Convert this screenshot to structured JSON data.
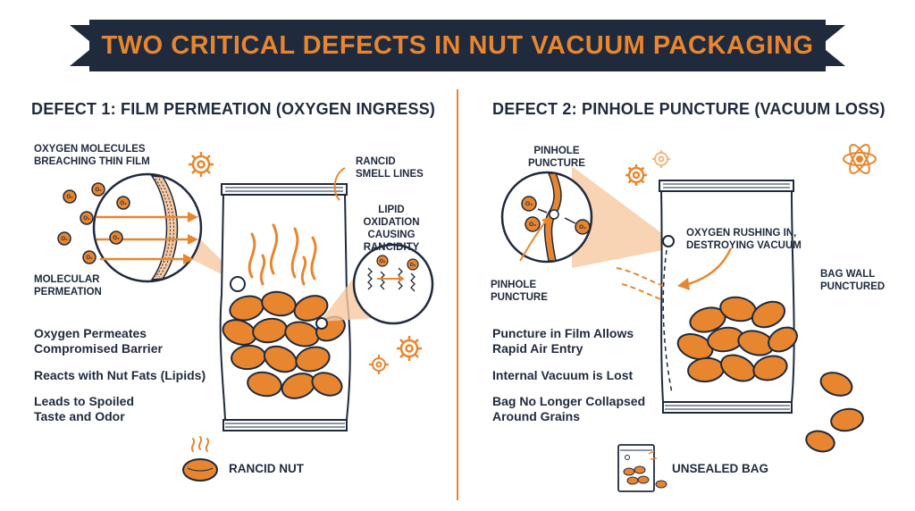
{
  "title": "TWO CRITICAL DEFECTS IN NUT VACUUM PACKAGING",
  "defect1": {
    "heading": "DEFECT 1: FILM PERMEATION (OXYGEN INGRESS)",
    "label_oxygen": "OXYGEN MOLECULES\nBREACHING THIN FILM",
    "label_molecular": "MOLECULAR\nPERMEATION",
    "label_rancid_smell": "RANCID\nSMELL LINES",
    "label_lipid": "LIPID OXIDATION\nCAUSING\nRANCIDITY",
    "points": [
      "Oxygen Permeates\nCompromised Barrier",
      "Reacts with Nut Fats (Lipids)",
      "Leads to Spoiled\nTaste and Odor"
    ],
    "legend": "RANCID NUT"
  },
  "defect2": {
    "heading": "DEFECT 2: PINHOLE PUNCTURE (VACUUM LOSS)",
    "label_pinhole_top": "PINHOLE\nPUNCTURE",
    "label_pinhole_bottom": "PINHOLE\nPUNCTURE",
    "label_oxygen_rushing": "OXYGEN RUSHING IN,\nDESTROYING VACUUM",
    "label_bag_wall": "BAG WALL\nPUNCTURED",
    "points": [
      "Puncture in Film Allows\nRapid Air Entry",
      "Internal Vacuum is Lost",
      "Bag No Longer Collapsed\nAround Grains"
    ],
    "legend": "UNSEALED BAG"
  },
  "colors": {
    "navy": "#1f2a3d",
    "orange": "#e8862f",
    "light_orange": "#f6c9a2"
  },
  "molecule_label": "O₂",
  "icons": [
    "gear-icon",
    "atom-icon",
    "steam-icon",
    "rancid-nut-icon",
    "unsealed-bag-icon"
  ]
}
